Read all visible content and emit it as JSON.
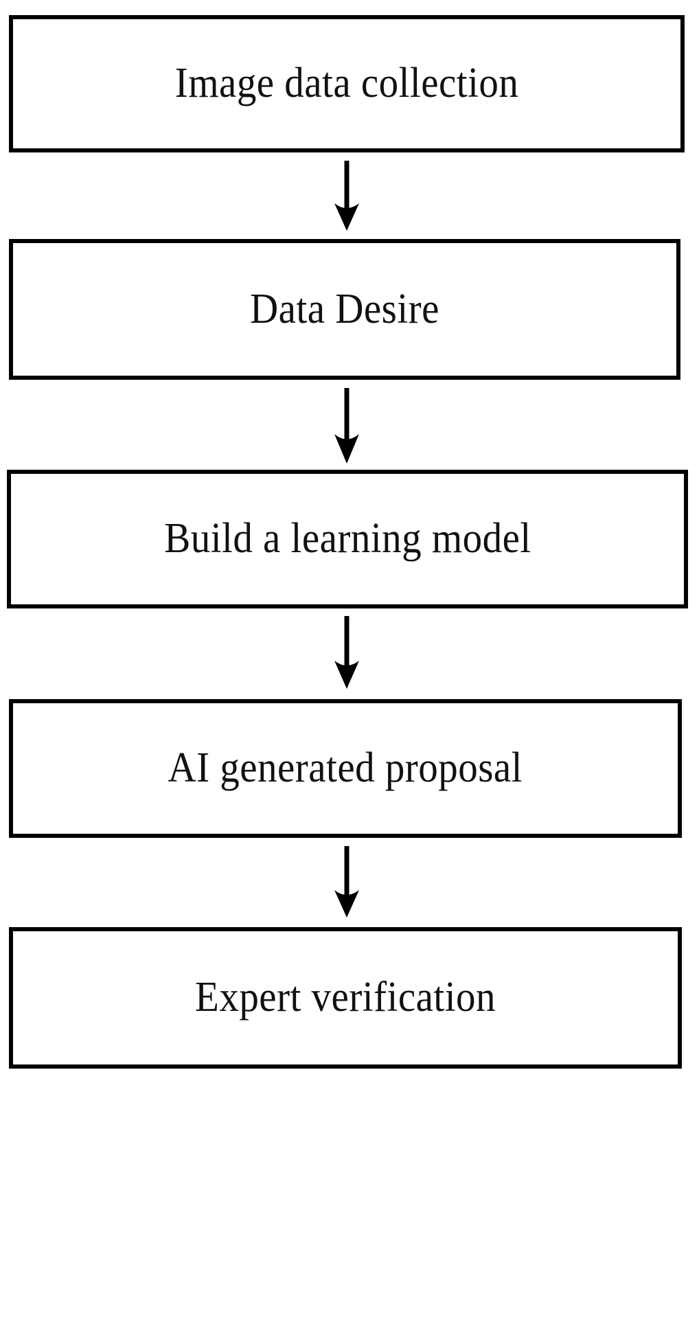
{
  "diagram": {
    "type": "flowchart",
    "orientation": "vertical",
    "title": "",
    "background_color": "#ffffff",
    "border_color": "#000000",
    "text_color": "#111111",
    "nodes": [
      {
        "id": "n1",
        "label": "Image data collection",
        "shape": "rectangle"
      },
      {
        "id": "n2",
        "label": "Data Desire",
        "shape": "rectangle"
      },
      {
        "id": "n3",
        "label": "Build a learning model",
        "shape": "rectangle"
      },
      {
        "id": "n4",
        "label": "AI generated proposal",
        "shape": "rectangle"
      },
      {
        "id": "n5",
        "label": "Expert verification",
        "shape": "rectangle"
      }
    ],
    "edges": [
      {
        "id": "e1",
        "from": "n1",
        "to": "n2",
        "label": "",
        "marker": "arrow-down"
      },
      {
        "id": "e2",
        "from": "n2",
        "to": "n3",
        "label": "",
        "marker": "arrow-down"
      },
      {
        "id": "e3",
        "from": "n3",
        "to": "n4",
        "label": "",
        "marker": "arrow-down"
      },
      {
        "id": "e4",
        "from": "n4",
        "to": "n5",
        "label": "",
        "marker": "arrow-down"
      }
    ]
  }
}
